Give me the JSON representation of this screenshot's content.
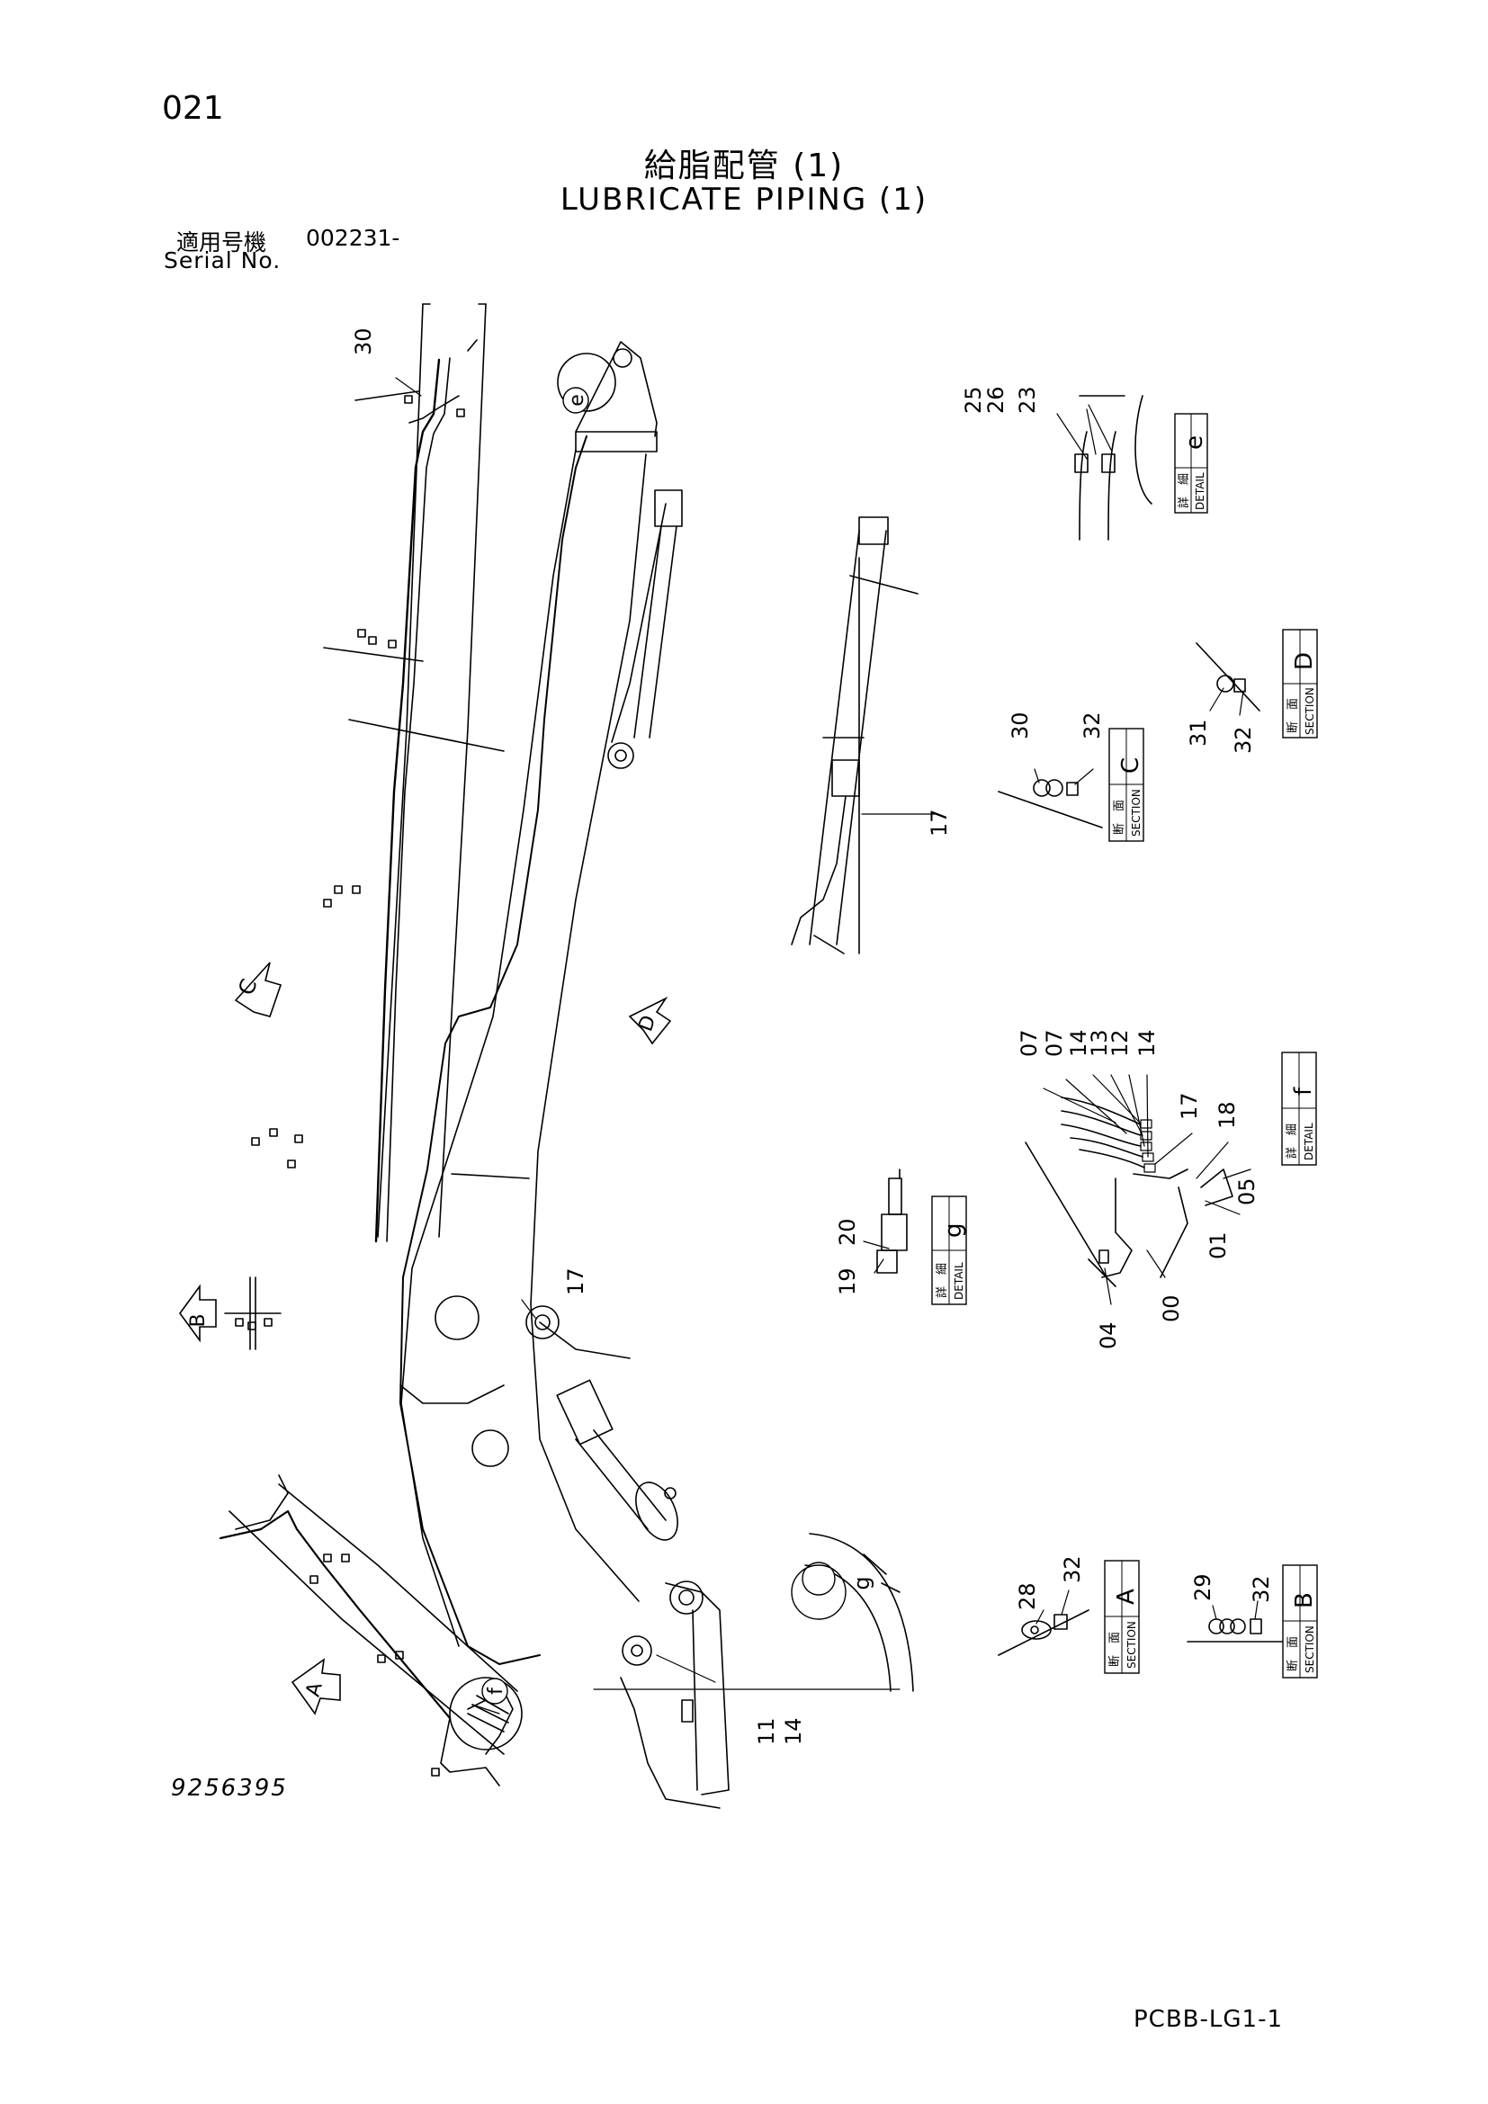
{
  "header": {
    "page_number": "021",
    "title_jp": "給脂配管 (1)",
    "title_en": "LUBRICATE PIPING (1)",
    "serial_label_jp": "適用号機",
    "serial_value": "002231-",
    "serial_label_en": "Serial No."
  },
  "footer": {
    "drawing_number": "9256395",
    "sheet_code": "PCBB-LG1-1"
  },
  "views": {
    "arrow_a": "A",
    "arrow_b": "B",
    "arrow_c": "C",
    "arrow_d": "D",
    "circle_e": "e",
    "circle_f": "f",
    "circle_g": "g"
  },
  "main_callouts": {
    "c30": "30",
    "c17_upper": "17",
    "c17_lower": "17",
    "c11": "11",
    "c14": "14"
  },
  "boxes": {
    "detail_word_jp": "詳　細",
    "detail_word_en": "DETAIL",
    "section_word_jp": "断　面",
    "section_word_en": "SECTION",
    "e": "e",
    "f": "f",
    "g": "g",
    "A": "A",
    "B": "B",
    "C": "C",
    "D": "D"
  },
  "detail_e": {
    "p25": "25",
    "p26": "26",
    "p23": "23"
  },
  "detail_f": {
    "p07a": "07",
    "p07b": "07",
    "p14a": "14",
    "p13": "13",
    "p12": "12",
    "p14b": "14",
    "p17": "17",
    "p18": "18",
    "p05": "05",
    "p01": "01",
    "p00": "00",
    "p04": "04"
  },
  "detail_g": {
    "p20": "20",
    "p19": "19"
  },
  "section_a": {
    "p28": "28",
    "p32": "32"
  },
  "section_b": {
    "p29": "29",
    "p32": "32"
  },
  "section_c": {
    "p30": "30",
    "p32": "32"
  },
  "section_d": {
    "p31": "31",
    "p32": "32"
  }
}
